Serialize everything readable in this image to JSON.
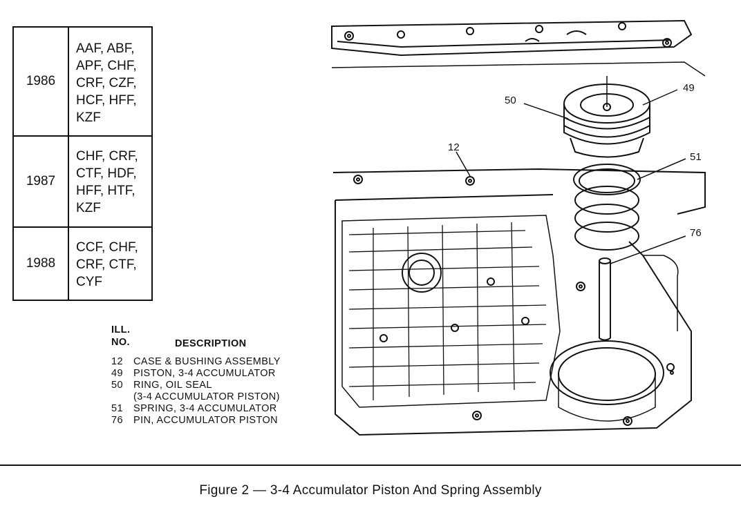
{
  "years_table": [
    {
      "year": "1986",
      "models": [
        "AAF, ABF,",
        "APF, CHF,",
        "CRF, CZF,",
        "HCF, HFF,",
        "KZF"
      ]
    },
    {
      "year": "1987",
      "models": [
        "CHF, CRF,",
        "CTF, HDF,",
        "HFF, HTF,",
        "KZF"
      ]
    },
    {
      "year": "1988",
      "models": [
        "CCF, CHF,",
        "CRF, CTF,",
        "CYF"
      ]
    }
  ],
  "legend": {
    "header_ill": "ILL.",
    "header_no": "NO.",
    "header_description": "DESCRIPTION",
    "items": [
      {
        "no": "12",
        "desc": "CASE & BUSHING ASSEMBLY"
      },
      {
        "no": "49",
        "desc": "PISTON, 3-4 ACCUMULATOR"
      },
      {
        "no": "50",
        "desc": "RING, OIL SEAL"
      },
      {
        "no": "",
        "desc": "(3-4 ACCUMULATOR PISTON)"
      },
      {
        "no": "51",
        "desc": "SPRING, 3-4 ACCUMULATOR"
      },
      {
        "no": "76",
        "desc": "PIN, ACCUMULATOR PISTON"
      }
    ]
  },
  "callouts": {
    "c50": "50",
    "c49": "49",
    "c12": "12",
    "c51": "51",
    "c76": "76"
  },
  "caption": "Figure 2 — 3-4 Accumulator Piston And Spring Assembly"
}
